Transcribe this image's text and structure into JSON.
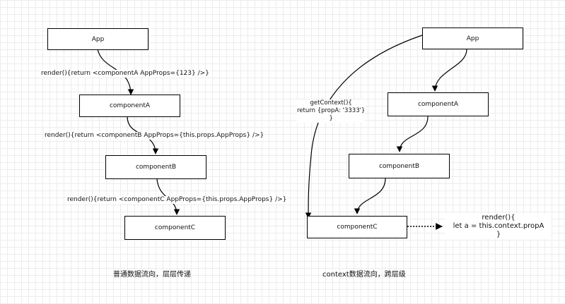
{
  "left": {
    "nodes": {
      "app": "App",
      "componentA": "componentA",
      "componentB": "componentB",
      "componentC": "componentC"
    },
    "edges": {
      "app_to_a": "render(){return <componentA AppProps={123} />}",
      "a_to_b": "render(){return <componentB AppProps={this.props.AppProps} />}",
      "b_to_c": "render(){return <componentC AppProps={this.props.AppProps} />}"
    },
    "caption": "普通数据流向，层层传递"
  },
  "right": {
    "nodes": {
      "app": "App",
      "componentA": "componentA",
      "componentB": "componentB",
      "componentC": "componentC"
    },
    "context_label": {
      "line1": "getContext(){",
      "line2": "return {propA: '3333'}",
      "line3": "}"
    },
    "note": {
      "line1": "render(){",
      "line2": "let a = this.context.propA",
      "line3": "}"
    },
    "caption": "context数据流向，跨层级"
  },
  "colors": {
    "line": "#000000",
    "grid": "#ececec"
  }
}
